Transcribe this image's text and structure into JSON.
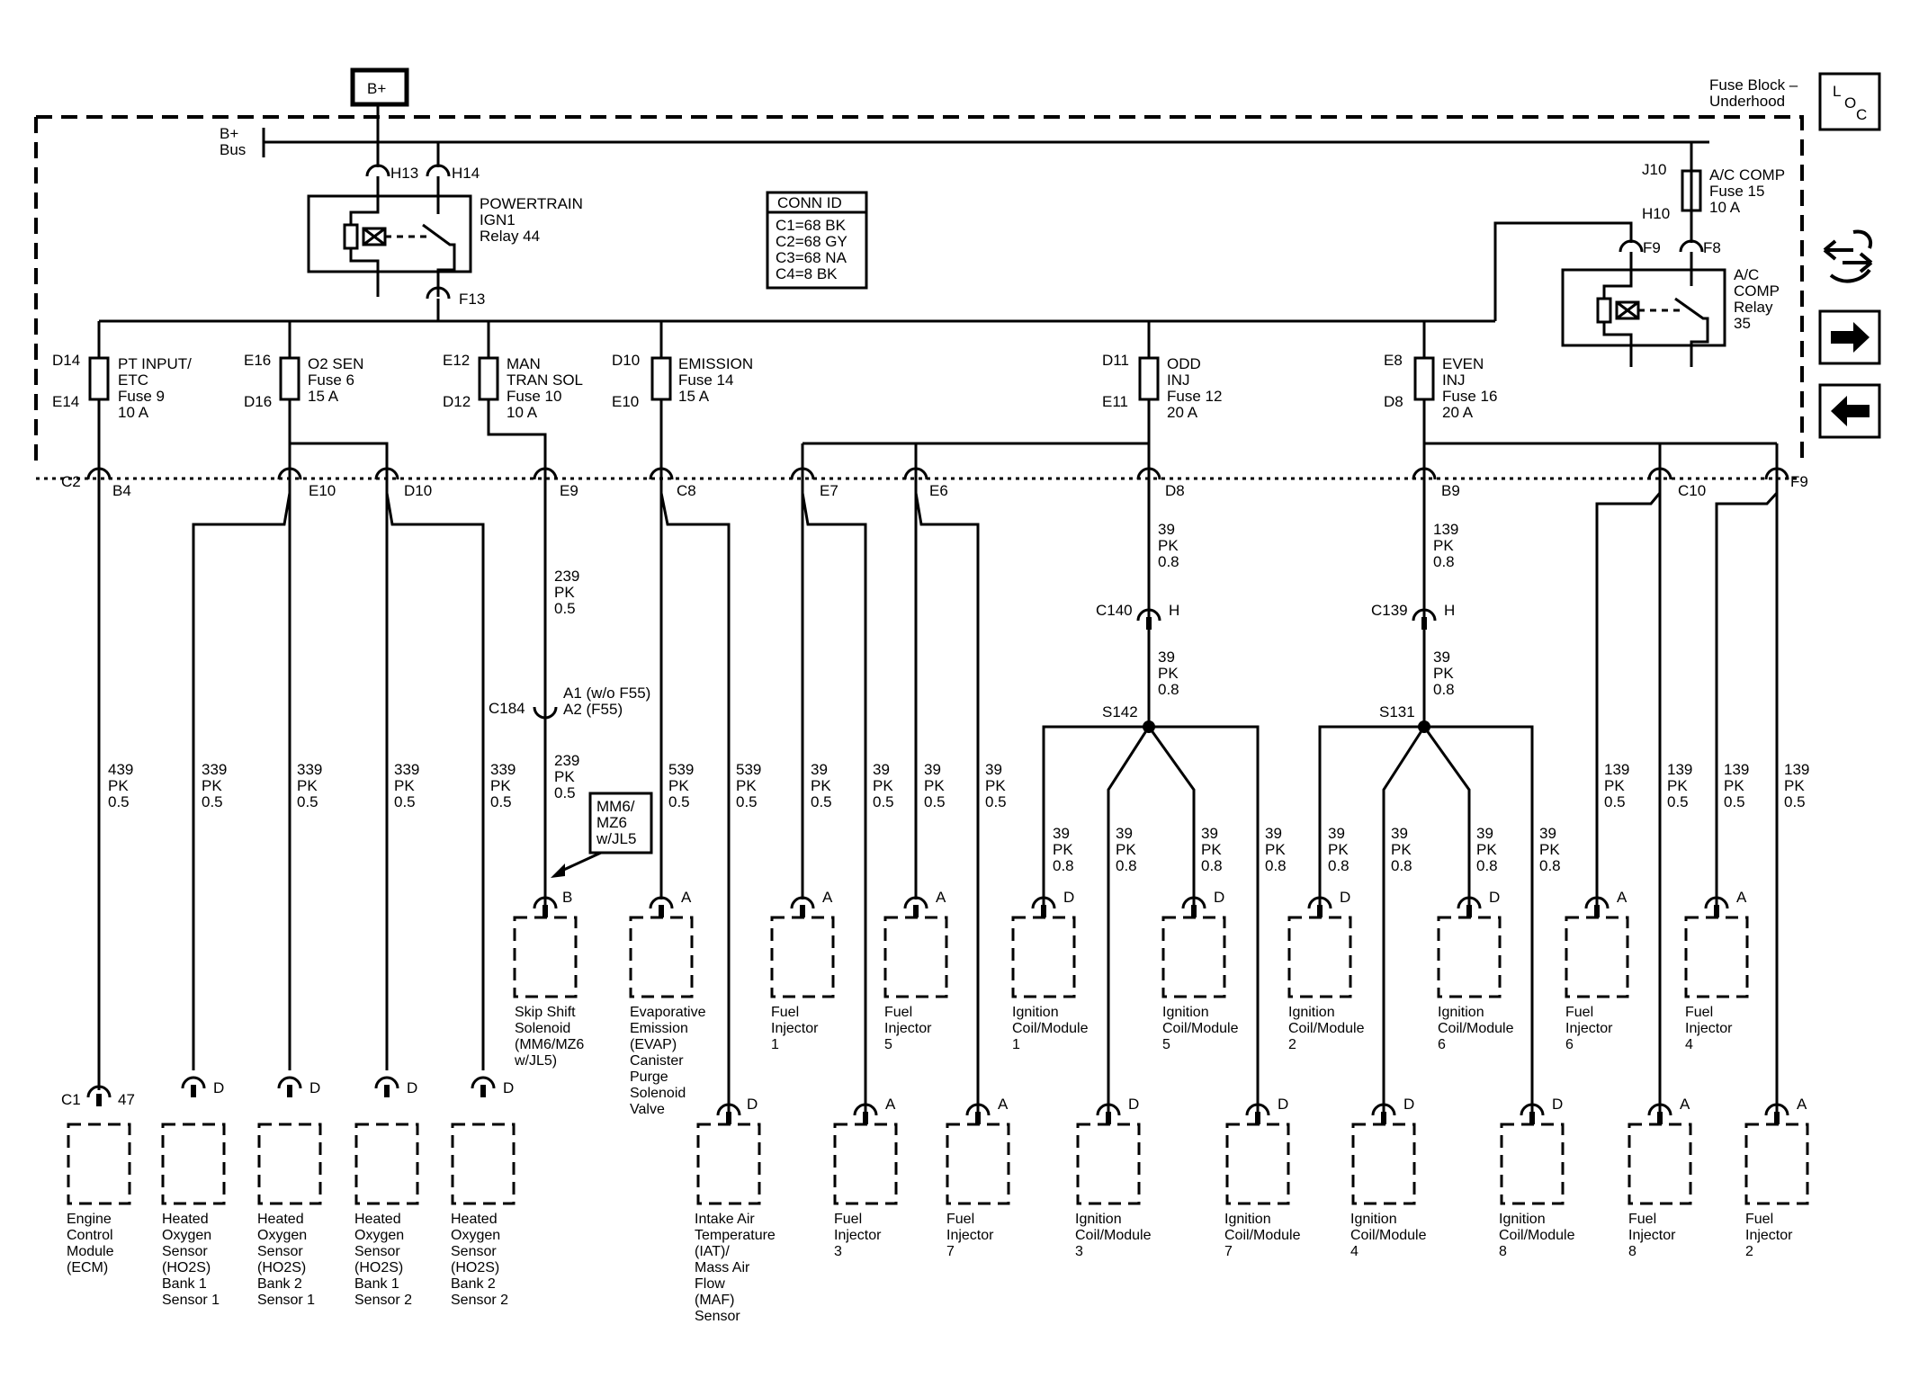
{
  "battery": "B+",
  "bus": {
    "line1": "B+",
    "line2": "Bus"
  },
  "fuse_block": {
    "line1": "Fuse Block –",
    "line2": "Underhood"
  },
  "loc_letters": [
    "L",
    "O",
    "C"
  ],
  "relays": {
    "ign": {
      "lines": [
        "POWERTRAIN",
        "IGN1",
        "Relay 44"
      ],
      "in_a": "H13",
      "in_b": "H14",
      "out": "F13"
    },
    "ac": {
      "lines": [
        "A/C",
        "COMP",
        "Relay",
        "35"
      ],
      "pin_a": "F9",
      "pin_b": "F8"
    }
  },
  "ac_fuse": {
    "top": "J10",
    "bottom": "H10",
    "lines": [
      "A/C COMP",
      "Fuse 15",
      "10 A"
    ]
  },
  "conn_id": {
    "title": "CONN ID",
    "rows": [
      "C1=68 BK",
      "C2=68 GY",
      "C3=68 NA",
      "C4=8 BK"
    ]
  },
  "fuses": [
    {
      "top": "D14",
      "bottom": "E14",
      "lines": [
        "PT INPUT/",
        "ETC",
        "Fuse 9",
        "10 A"
      ]
    },
    {
      "top": "E16",
      "bottom": "D16",
      "lines": [
        "O2 SEN",
        "Fuse 6",
        "15 A"
      ]
    },
    {
      "top": "E12",
      "bottom": "D12",
      "lines": [
        "MAN",
        "TRAN SOL",
        "Fuse 10",
        "10 A"
      ]
    },
    {
      "top": "D10",
      "bottom": "E10",
      "lines": [
        "EMISSION",
        "Fuse 14",
        "15 A"
      ]
    },
    {
      "top": "D11",
      "bottom": "E11",
      "lines": [
        "ODD",
        "INJ",
        "Fuse 12",
        "20 A"
      ]
    },
    {
      "top": "E8",
      "bottom": "D8",
      "lines": [
        "EVEN",
        "INJ",
        "Fuse 16",
        "20 A"
      ]
    }
  ],
  "underhood_connectors": {
    "c2": "C2",
    "b4": "B4",
    "e10": "E10",
    "d10": "D10",
    "e9": "E9",
    "c8": "C8",
    "e7": "E7",
    "e6": "E6",
    "d8": "D8",
    "b9": "B9",
    "c10": "C10",
    "f9": "F9"
  },
  "wire_labels": {
    "w439": [
      "439",
      "PK",
      "0.5"
    ],
    "w339": [
      "339",
      "PK",
      "0.5"
    ],
    "w239": [
      "239",
      "PK",
      "0.5"
    ],
    "w539": [
      "539",
      "PK",
      "0.5"
    ],
    "w39": [
      "39",
      "PK",
      "0.5"
    ],
    "w39b": [
      "39",
      "PK",
      "0.8"
    ],
    "w139b": [
      "139",
      "PK",
      "0.8"
    ],
    "w139": [
      "139",
      "PK",
      "0.5"
    ]
  },
  "inline": {
    "c140": "C140",
    "c139": "C139",
    "h": "H",
    "c184": "C184",
    "c184_a": "A1 (w/o F55)",
    "c184_b": "A2 (F55)",
    "s142": "S142",
    "s131": "S131"
  },
  "option_note": [
    "MM6/",
    "MZ6",
    "w/JL5"
  ],
  "pins": {
    "a": "A",
    "b": "B",
    "d": "D",
    "c1": "C1",
    "p47": "47"
  },
  "components": {
    "ecm": [
      "Engine",
      "Control",
      "Module",
      "(ECM)"
    ],
    "ho2s_b1s1": [
      "Heated",
      "Oxygen",
      "Sensor",
      "(HO2S)",
      "Bank 1",
      "Sensor 1"
    ],
    "ho2s_b2s1": [
      "Heated",
      "Oxygen",
      "Sensor",
      "(HO2S)",
      "Bank 2",
      "Sensor 1"
    ],
    "ho2s_b1s2": [
      "Heated",
      "Oxygen",
      "Sensor",
      "(HO2S)",
      "Bank 1",
      "Sensor 2"
    ],
    "ho2s_b2s2": [
      "Heated",
      "Oxygen",
      "Sensor",
      "(HO2S)",
      "Bank 2",
      "Sensor 2"
    ],
    "skip_shift": [
      "Skip Shift",
      "Solenoid",
      "(MM6/MZ6",
      "w/JL5)"
    ],
    "evap": [
      "Evaporative",
      "Emission",
      "(EVAP)",
      "Canister",
      "Purge",
      "Solenoid",
      "Valve"
    ],
    "iat_maf": [
      "Intake Air",
      "Temperature",
      "(IAT)/",
      "Mass Air",
      "Flow",
      "(MAF)",
      "Sensor"
    ],
    "inj1": [
      "Fuel",
      "Injector",
      "1"
    ],
    "inj5": [
      "Fuel",
      "Injector",
      "5"
    ],
    "inj3": [
      "Fuel",
      "Injector",
      "3"
    ],
    "inj7": [
      "Fuel",
      "Injector",
      "7"
    ],
    "inj6": [
      "Fuel",
      "Injector",
      "6"
    ],
    "inj4": [
      "Fuel",
      "Injector",
      "4"
    ],
    "inj8": [
      "Fuel",
      "Injector",
      "8"
    ],
    "inj2": [
      "Fuel",
      "Injector",
      "2"
    ],
    "coil1": [
      "Ignition",
      "Coil/Module",
      "1"
    ],
    "coil5": [
      "Ignition",
      "Coil/Module",
      "5"
    ],
    "coil3": [
      "Ignition",
      "Coil/Module",
      "3"
    ],
    "coil7": [
      "Ignition",
      "Coil/Module",
      "7"
    ],
    "coil2": [
      "Ignition",
      "Coil/Module",
      "2"
    ],
    "coil6": [
      "Ignition",
      "Coil/Module",
      "6"
    ],
    "coil4": [
      "Ignition",
      "Coil/Module",
      "4"
    ],
    "coil8": [
      "Ignition",
      "Coil/Module",
      "8"
    ]
  },
  "nav_icons": [
    "wrench-icon",
    "arrow-right-icon",
    "arrow-left-icon"
  ]
}
